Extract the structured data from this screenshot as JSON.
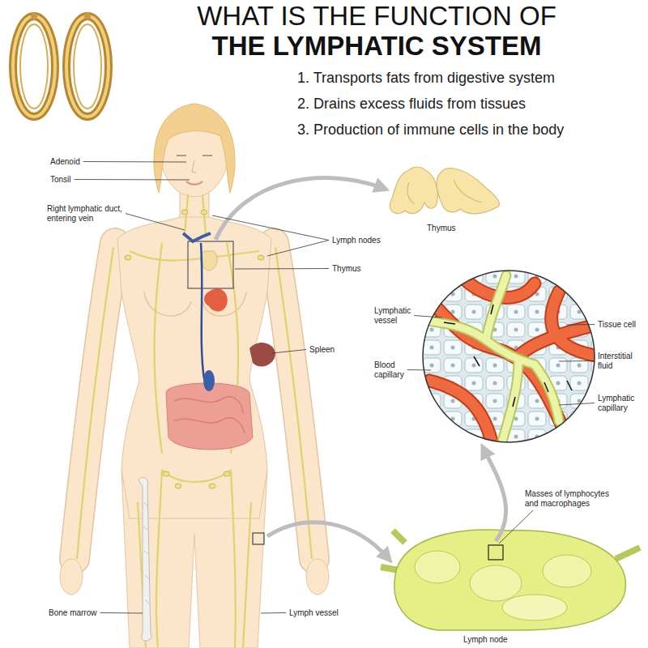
{
  "diagram": {
    "title": "WHAT IS THE FUNCTION OF THE LYMPHATIC SYSTEM",
    "labels": [
      "1. Transports fats from digestive system",
      "2. Drains excess fluids from tissues",
      "3. Production of immune cells in the body",
      "Adenoid",
      "Tonsil",
      "Right lymphatic duct, entering vein",
      "Thymus",
      "Lymph nodes",
      "Thymus",
      "Lymphatic vessel",
      "Tissue cell",
      "Blood capillary",
      "Interstitial fluid",
      "Spleen",
      "Lymphatic capillary",
      "Masses of lymphocytes and macrophages",
      "Bone marrow",
      "Lymph vessel",
      "Lymph node"
    ]
  }
}
